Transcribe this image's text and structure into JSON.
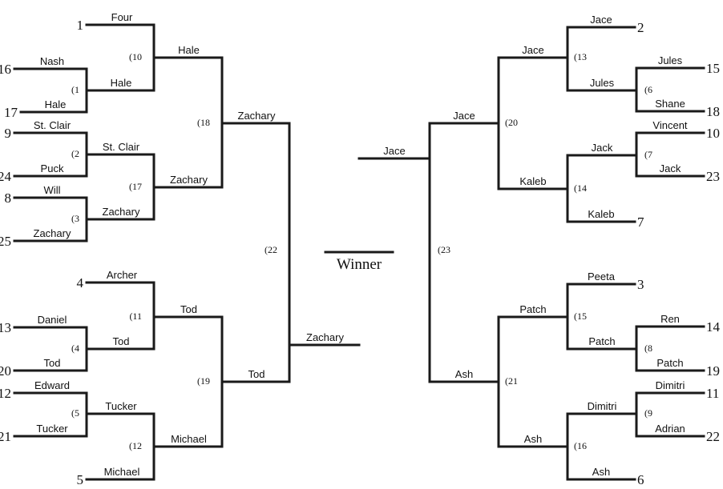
{
  "bracket": {
    "winner_label": "Winner",
    "left": {
      "seeds": [
        {
          "id": "s1",
          "label": "1",
          "name": "Four"
        },
        {
          "id": "s16",
          "label": "16",
          "name": "Nash"
        },
        {
          "id": "s17",
          "label": "17",
          "name": "Hale"
        },
        {
          "id": "s9",
          "label": "9",
          "name": "St. Clair"
        },
        {
          "id": "s24",
          "label": "24",
          "name": "Puck"
        },
        {
          "id": "s8",
          "label": "8",
          "name": "Will"
        },
        {
          "id": "s25",
          "label": "25",
          "name": "Zachary"
        },
        {
          "id": "s4",
          "label": "4",
          "name": "Archer"
        },
        {
          "id": "s13",
          "label": "13",
          "name": "Daniel"
        },
        {
          "id": "s20",
          "label": "20",
          "name": "Tod"
        },
        {
          "id": "s12",
          "label": "12",
          "name": "Edward"
        },
        {
          "id": "s21",
          "label": "21",
          "name": "Tucker"
        },
        {
          "id": "s5",
          "label": "5",
          "name": "Michael"
        }
      ],
      "games": [
        {
          "id": "g1",
          "label": "(1",
          "name": "Hale"
        },
        {
          "id": "g2",
          "label": "(2",
          "name": "St. Clair"
        },
        {
          "id": "g3",
          "label": "(3",
          "name": "Zachary"
        },
        {
          "id": "g4",
          "label": "(4",
          "name": "Tod"
        },
        {
          "id": "g5",
          "label": "(5",
          "name": "Tucker"
        },
        {
          "id": "g10",
          "label": "(10",
          "name": "Hale"
        },
        {
          "id": "g17",
          "label": "(17",
          "name": "Zachary"
        },
        {
          "id": "g11",
          "label": "(11",
          "name": "Tod"
        },
        {
          "id": "g12",
          "label": "(12",
          "name": "Michael"
        },
        {
          "id": "g18",
          "label": "(18",
          "name": "Zachary"
        },
        {
          "id": "g19",
          "label": "(19",
          "name": "Tod"
        },
        {
          "id": "g22",
          "label": "(22",
          "name": "Zachary"
        }
      ]
    },
    "right": {
      "seeds": [
        {
          "id": "s2",
          "label": "2",
          "name": "Jace"
        },
        {
          "id": "s15",
          "label": "15",
          "name": "Jules"
        },
        {
          "id": "s18",
          "label": "18",
          "name": "Shane"
        },
        {
          "id": "s10",
          "label": "10",
          "name": "Vincent"
        },
        {
          "id": "s23",
          "label": "23",
          "name": "Jack"
        },
        {
          "id": "s7",
          "label": "7",
          "name": "Kaleb"
        },
        {
          "id": "s3",
          "label": "3",
          "name": "Peeta"
        },
        {
          "id": "s14",
          "label": "14",
          "name": "Ren"
        },
        {
          "id": "s19",
          "label": "19",
          "name": "Patch"
        },
        {
          "id": "s11",
          "label": "11",
          "name": "Dimitri"
        },
        {
          "id": "s22",
          "label": "22",
          "name": "Adrian"
        },
        {
          "id": "s6",
          "label": "6",
          "name": "Ash"
        }
      ],
      "games": [
        {
          "id": "g6",
          "label": "(6",
          "name": "Jules"
        },
        {
          "id": "g7",
          "label": "(7",
          "name": "Jack"
        },
        {
          "id": "g8",
          "label": "(8",
          "name": "Patch"
        },
        {
          "id": "g9",
          "label": "(9",
          "name": "Dimitri"
        },
        {
          "id": "g13",
          "label": "(13",
          "name": "Jace"
        },
        {
          "id": "g14",
          "label": "(14",
          "name": "Kaleb"
        },
        {
          "id": "g15",
          "label": "(15",
          "name": "Patch"
        },
        {
          "id": "g16",
          "label": "(16",
          "name": "Ash"
        },
        {
          "id": "g20",
          "label": "(20",
          "name": "Jace"
        },
        {
          "id": "g21",
          "label": "(21",
          "name": "Ash"
        },
        {
          "id": "g23",
          "label": "(23",
          "name": "Jace"
        }
      ]
    },
    "final": {
      "name": "Zachary"
    }
  }
}
